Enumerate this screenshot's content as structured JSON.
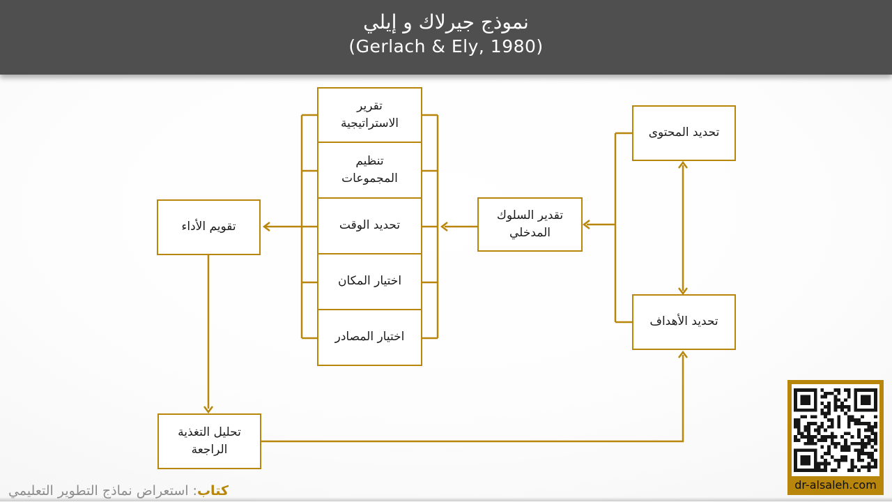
{
  "header": {
    "title_ar": "نموذج جيرلاك و إيلي",
    "title_en": "(Gerlach & Ely, 1980)"
  },
  "boxes": {
    "content": "تحديد المحتوى",
    "objectives": "تحديد الأهداف",
    "entry_behavior": "تقدير السلوك\nالمدخلي",
    "strategy": "تقرير\nالاستراتيجية",
    "groups": "تنظيم\nالمجموعات",
    "time": "تحديد الوقت",
    "place": "اختيار المكان",
    "resources": "اختيار المصادر",
    "evaluation": "تقويم الأداء",
    "feedback": "تحليل التغذية\nالراجعة"
  },
  "footer": {
    "book_label": "كتاب",
    "book_rest": ": استعراض نماذج التطوير التعليمي"
  },
  "qr": {
    "caption": "dr-alsaleh.com"
  },
  "colors": {
    "gold": "#B8860B",
    "header_bg": "#4F4F4F",
    "background": "#FAFAFA"
  }
}
